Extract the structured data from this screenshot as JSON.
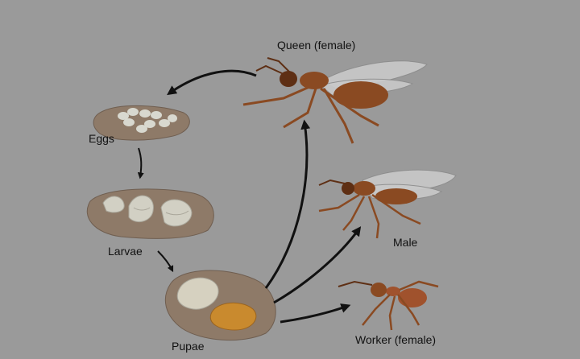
{
  "labels": {
    "queen": "Queen (female)",
    "eggs": "Eggs",
    "larvae": "Larvae",
    "pupae": "Pupae",
    "male": "Male",
    "worker": "Worker (female)"
  },
  "colors": {
    "background": "#9a9a9a",
    "dish": "#8e7a68",
    "dish_edge": "#6f5e50",
    "egg": "#d8d8cf",
    "larva": "#d2d0c4",
    "pupa_pale": "#d6d1c0",
    "pupa_golden": "#c98a2e",
    "ant_body": "#8a4a22",
    "ant_dark": "#5e2f14",
    "wing": "#c9c9c9",
    "arrow": "#111111",
    "text": "#111111"
  }
}
